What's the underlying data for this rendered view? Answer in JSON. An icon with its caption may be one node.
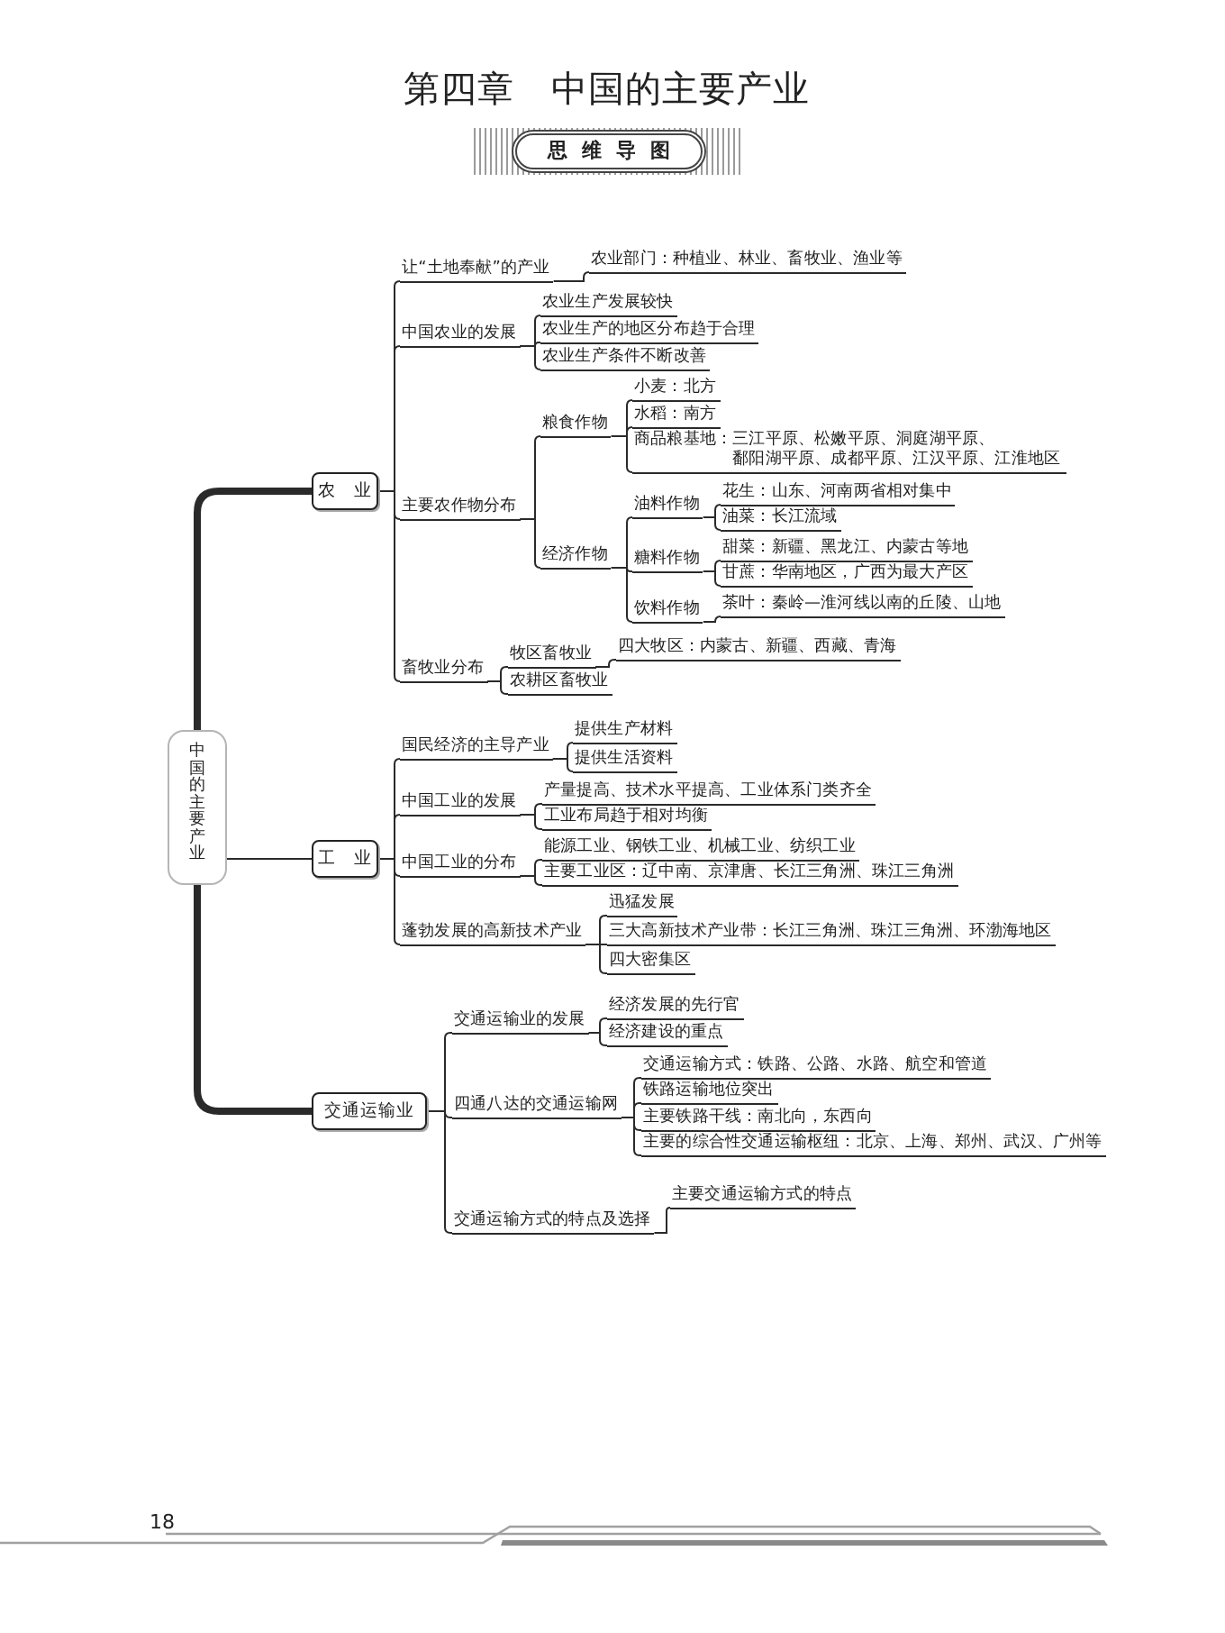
{
  "diagram": {
    "title": "第四章　中国的主要产业",
    "nodes": [
      {
        "text": [
          "中国的主要产业"
        ]
      },
      {
        "text": [
          "农　业"
        ]
      },
      {
        "text": [
          "让“土地奉献”的产业"
        ]
      },
      {
        "text": [
          "农业部门：种植业、林业、畜牧业、渔业等"
        ]
      },
      {
        "text": [
          "中国农业的发展"
        ]
      },
      {
        "text": [
          "农业生产发展较快"
        ]
      },
      {
        "text": [
          "农业生产的地区分布趋于合理"
        ]
      },
      {
        "text": [
          "农业生产条件不断改善"
        ]
      },
      {
        "text": [
          "主要农作物分布"
        ]
      },
      {
        "text": [
          "粮食作物"
        ]
      },
      {
        "text": [
          "小麦：北方"
        ]
      },
      {
        "text": [
          "水稻：南方"
        ]
      },
      {
        "text": [
          "商品粮基地：三江平原、松嫩平原、洞庭湖平原、鄱阳湖平原、成都平原、江汉平原、江淮地区"
        ]
      },
      {
        "text": [
          "经济作物"
        ]
      },
      {
        "text": [
          "油料作物"
        ]
      },
      {
        "text": [
          "花生：山东、河南两省相对集中"
        ]
      },
      {
        "text": [
          "油菜：长江流域"
        ]
      },
      {
        "text": [
          "糖料作物"
        ]
      },
      {
        "text": [
          "甜菜：新疆、黑龙江、内蒙古等地"
        ]
      },
      {
        "text": [
          "甘蔗：华南地区，广西为最大产区"
        ]
      },
      {
        "text": [
          "饮料作物"
        ]
      },
      {
        "text": [
          "茶叶：秦岭—淮河线以南的丘陵、山地"
        ]
      },
      {
        "text": [
          "畜牧业分布"
        ]
      },
      {
        "text": [
          "牧区畜牧业"
        ]
      },
      {
        "text": [
          "四大牧区：内蒙古、新疆、西藏、青海"
        ]
      },
      {
        "text": [
          "农耕区畜牧业"
        ]
      },
      {
        "text": [
          "工　业"
        ]
      },
      {
        "text": [
          "国民经济的主导产业"
        ]
      },
      {
        "text": [
          "提供生产材料"
        ]
      },
      {
        "text": [
          "提供生活资料"
        ]
      },
      {
        "text": [
          "中国工业的发展"
        ]
      },
      {
        "text": [
          "产量提高、技术水平提高、工业体系门类齐全"
        ]
      },
      {
        "text": [
          "工业布局趋于相对均衡"
        ]
      },
      {
        "text": [
          "中国工业的分布"
        ]
      },
      {
        "text": [
          "能源工业、钢铁工业、机械工业、纺织工业"
        ]
      },
      {
        "text": [
          "主要工业区：辽中南、京津唐、长江三角洲、珠江三角洲"
        ]
      },
      {
        "text": [
          "蓬勃发展的高新技术产业"
        ]
      },
      {
        "text": [
          "迅猛发展"
        ]
      },
      {
        "text": [
          "三大高新技术产业带：长江三角洲、珠江三角洲、环渤海地区"
        ]
      },
      {
        "text": [
          "四大密集区"
        ]
      },
      {
        "text": [
          "交通运输业"
        ]
      },
      {
        "text": [
          "交通运输业的发展"
        ]
      },
      {
        "text": [
          "经济发展的先行官"
        ]
      },
      {
        "text": [
          "经济建设的重点"
        ]
      },
      {
        "text": [
          "四通八达的交通运输网"
        ]
      },
      {
        "text": [
          "交通运输方式：铁路、公路、水路、航空和管道"
        ]
      },
      {
        "text": [
          "铁路运输地位突出"
        ]
      },
      {
        "text": [
          "主要铁路干线：南北向，东西向"
        ]
      },
      {
        "text": [
          "主要的综合性交通运输枢纽：北京、上海、郑州、武汉、广州等"
        ]
      },
      {
        "text": [
          "交通运输方式的特点及选择"
        ]
      },
      {
        "text": [
          "主要交通运输方式的特点"
        ]
      }
    ],
    "edges": [
      {
        "from": 0,
        "to": 1,
        "arrow": "none",
        "style": "thick"
      },
      {
        "from": 0,
        "to": 26,
        "arrow": "none"
      },
      {
        "from": 0,
        "to": 40,
        "arrow": "none",
        "style": "thick"
      },
      {
        "from": 1,
        "to": 2,
        "arrow": "none"
      },
      {
        "from": 1,
        "to": 4,
        "arrow": "none"
      },
      {
        "from": 1,
        "to": 8,
        "arrow": "none"
      },
      {
        "from": 1,
        "to": 22,
        "arrow": "none"
      },
      {
        "from": 2,
        "to": 3,
        "arrow": "none"
      },
      {
        "from": 4,
        "to": 5,
        "arrow": "none"
      },
      {
        "from": 4,
        "to": 6,
        "arrow": "none"
      },
      {
        "from": 4,
        "to": 7,
        "arrow": "none"
      },
      {
        "from": 8,
        "to": 9,
        "arrow": "none"
      },
      {
        "from": 8,
        "to": 13,
        "arrow": "none"
      },
      {
        "from": 9,
        "to": 10,
        "arrow": "none"
      },
      {
        "from": 9,
        "to": 11,
        "arrow": "none"
      },
      {
        "from": 9,
        "to": 12,
        "arrow": "none"
      },
      {
        "from": 13,
        "to": 14,
        "arrow": "none"
      },
      {
        "from": 13,
        "to": 17,
        "arrow": "none"
      },
      {
        "from": 13,
        "to": 20,
        "arrow": "none"
      },
      {
        "from": 14,
        "to": 15,
        "arrow": "none"
      },
      {
        "from": 14,
        "to": 16,
        "arrow": "none"
      },
      {
        "from": 17,
        "to": 18,
        "arrow": "none"
      },
      {
        "from": 17,
        "to": 19,
        "arrow": "none"
      },
      {
        "from": 20,
        "to": 21,
        "arrow": "none"
      },
      {
        "from": 22,
        "to": 23,
        "arrow": "none"
      },
      {
        "from": 22,
        "to": 25,
        "arrow": "none"
      },
      {
        "from": 23,
        "to": 24,
        "arrow": "none"
      },
      {
        "from": 26,
        "to": 27,
        "arrow": "none"
      },
      {
        "from": 26,
        "to": 30,
        "arrow": "none"
      },
      {
        "from": 26,
        "to": 33,
        "arrow": "none"
      },
      {
        "from": 26,
        "to": 36,
        "arrow": "none"
      },
      {
        "from": 27,
        "to": 28,
        "arrow": "none"
      },
      {
        "from": 27,
        "to": 29,
        "arrow": "none"
      },
      {
        "from": 30,
        "to": 31,
        "arrow": "none"
      },
      {
        "from": 30,
        "to": 32,
        "arrow": "none"
      },
      {
        "from": 33,
        "to": 34,
        "arrow": "none"
      },
      {
        "from": 33,
        "to": 35,
        "arrow": "none"
      },
      {
        "from": 36,
        "to": 37,
        "arrow": "none"
      },
      {
        "from": 36,
        "to": 38,
        "arrow": "none"
      },
      {
        "from": 36,
        "to": 39,
        "arrow": "none"
      },
      {
        "from": 40,
        "to": 41,
        "arrow": "none"
      },
      {
        "from": 40,
        "to": 44,
        "arrow": "none"
      },
      {
        "from": 40,
        "to": 49,
        "arrow": "none"
      },
      {
        "from": 41,
        "to": 42,
        "arrow": "none"
      },
      {
        "from": 41,
        "to": 43,
        "arrow": "none"
      },
      {
        "from": 44,
        "to": 45,
        "arrow": "none"
      },
      {
        "from": 44,
        "to": 46,
        "arrow": "none"
      },
      {
        "from": 44,
        "to": 47,
        "arrow": "none"
      },
      {
        "from": 44,
        "to": 48,
        "arrow": "none"
      },
      {
        "from": 49,
        "to": 50,
        "arrow": "none"
      }
    ],
    "labels": [
      "思维导图",
      "18"
    ]
  }
}
